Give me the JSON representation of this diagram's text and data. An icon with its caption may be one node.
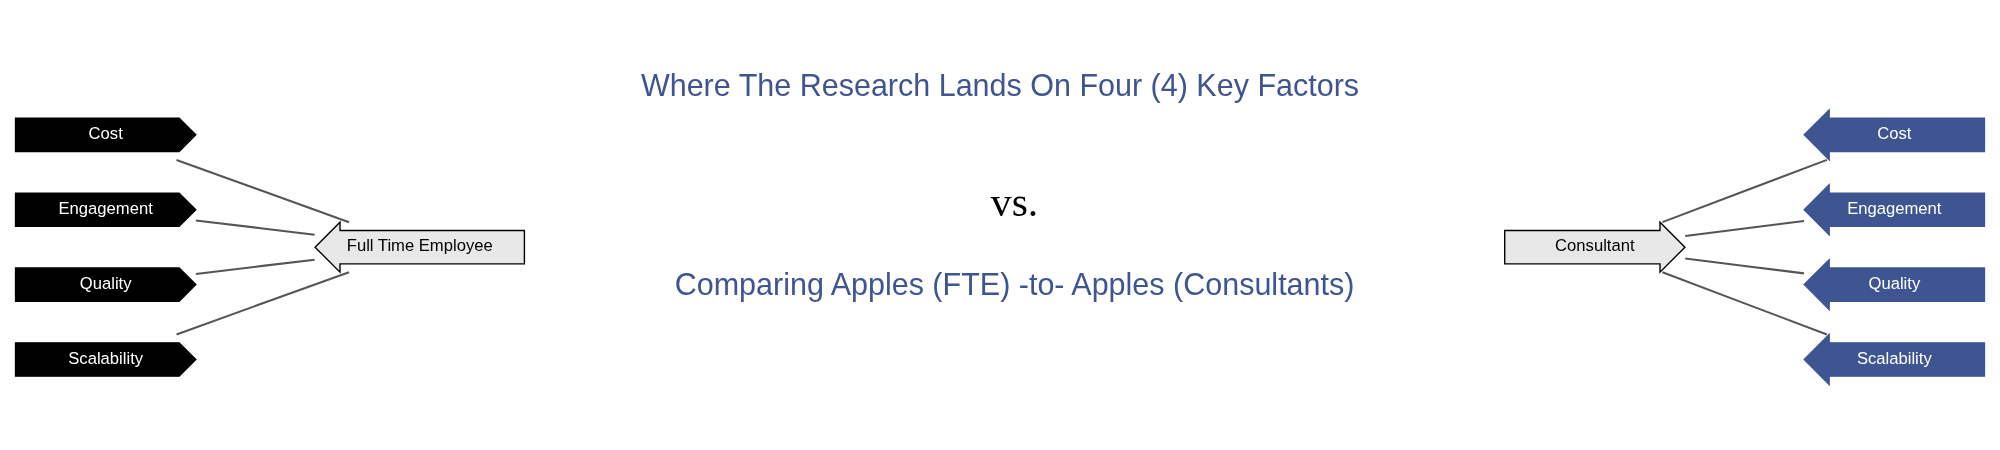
{
  "diagram": {
    "title": "Where The Research Lands On Four (4) Key Factors",
    "caption": "Comparing Apples (FTE) -to- Apples (Consultants)",
    "nodes": [
      {
        "text": [
          "Cost"
        ]
      },
      {
        "text": [
          "Engagement"
        ]
      },
      {
        "text": [
          "Quality"
        ]
      },
      {
        "text": [
          "Scalability"
        ]
      },
      {
        "text": [
          "Full Time Employee"
        ]
      },
      {
        "text": [
          "Consultant"
        ]
      },
      {
        "text": [
          "Cost"
        ]
      },
      {
        "text": [
          "Engagement"
        ]
      },
      {
        "text": [
          "Quality"
        ]
      },
      {
        "text": [
          "Scalability"
        ]
      }
    ],
    "edges": [
      {
        "from": 0,
        "to": 4,
        "arrow": "none"
      },
      {
        "from": 1,
        "to": 4,
        "arrow": "none"
      },
      {
        "from": 2,
        "to": 4,
        "arrow": "none"
      },
      {
        "from": 3,
        "to": 4,
        "arrow": "none"
      },
      {
        "from": 5,
        "to": 6,
        "arrow": "none"
      },
      {
        "from": 5,
        "to": 7,
        "arrow": "none"
      },
      {
        "from": 5,
        "to": 8,
        "arrow": "none"
      },
      {
        "from": 5,
        "to": 9,
        "arrow": "none"
      }
    ],
    "labels": [
      "vs."
    ]
  }
}
